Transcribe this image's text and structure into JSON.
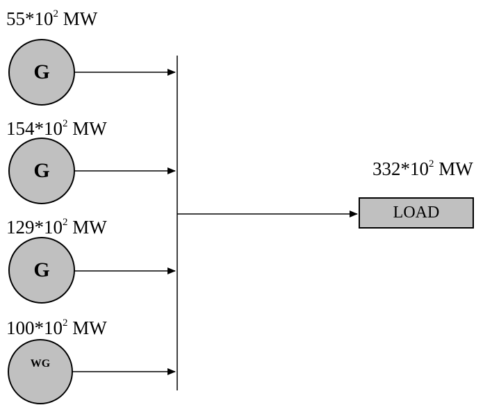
{
  "generators": [
    {
      "symbol": "G",
      "power": {
        "base": "55*10",
        "exp": "2",
        "unit": " MW"
      }
    },
    {
      "symbol": "G",
      "power": {
        "base": "154*10",
        "exp": "2",
        "unit": " MW"
      }
    },
    {
      "symbol": "G",
      "power": {
        "base": "129*10",
        "exp": "2",
        "unit": " MW"
      }
    },
    {
      "symbol": "WG",
      "power": {
        "base": "100*10",
        "exp": "2",
        "unit": " MW"
      }
    }
  ],
  "load": {
    "label": "LOAD",
    "power": {
      "base": "332*10",
      "exp": "2",
      "unit": " MW"
    }
  },
  "colors": {
    "generator_fill": "#c0c0c0",
    "load_fill": "#c0c0c0",
    "line": "#000000"
  }
}
